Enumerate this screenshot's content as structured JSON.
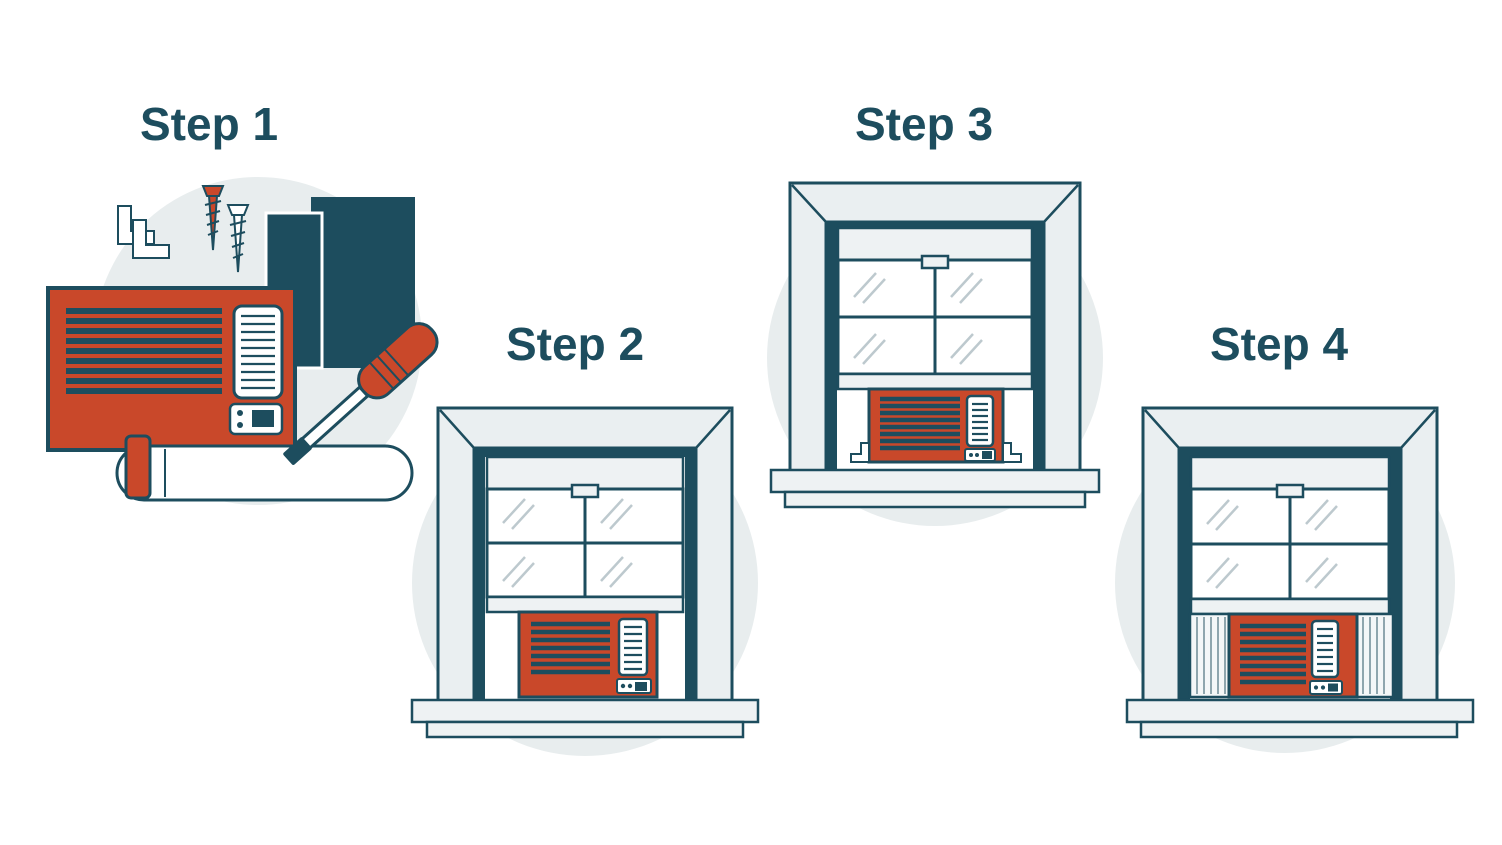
{
  "colors": {
    "teal": "#1d4d5e",
    "orange": "#c9482a",
    "circle_bg": "#e8edee",
    "frame_fill": "#eaeff1",
    "glare": "#bdc9ce"
  },
  "steps": [
    {
      "label": "Step 1",
      "illustration": "ac-unit-with-tools-screws-brackets-side-panels-foam-seal"
    },
    {
      "label": "Step 2",
      "illustration": "ac-unit-placed-on-sill-of-open-window"
    },
    {
      "label": "Step 3",
      "illustration": "window-sash-lowered-onto-ac-unit-with-brackets"
    },
    {
      "label": "Step 4",
      "illustration": "accordion-side-panels-extended"
    }
  ]
}
